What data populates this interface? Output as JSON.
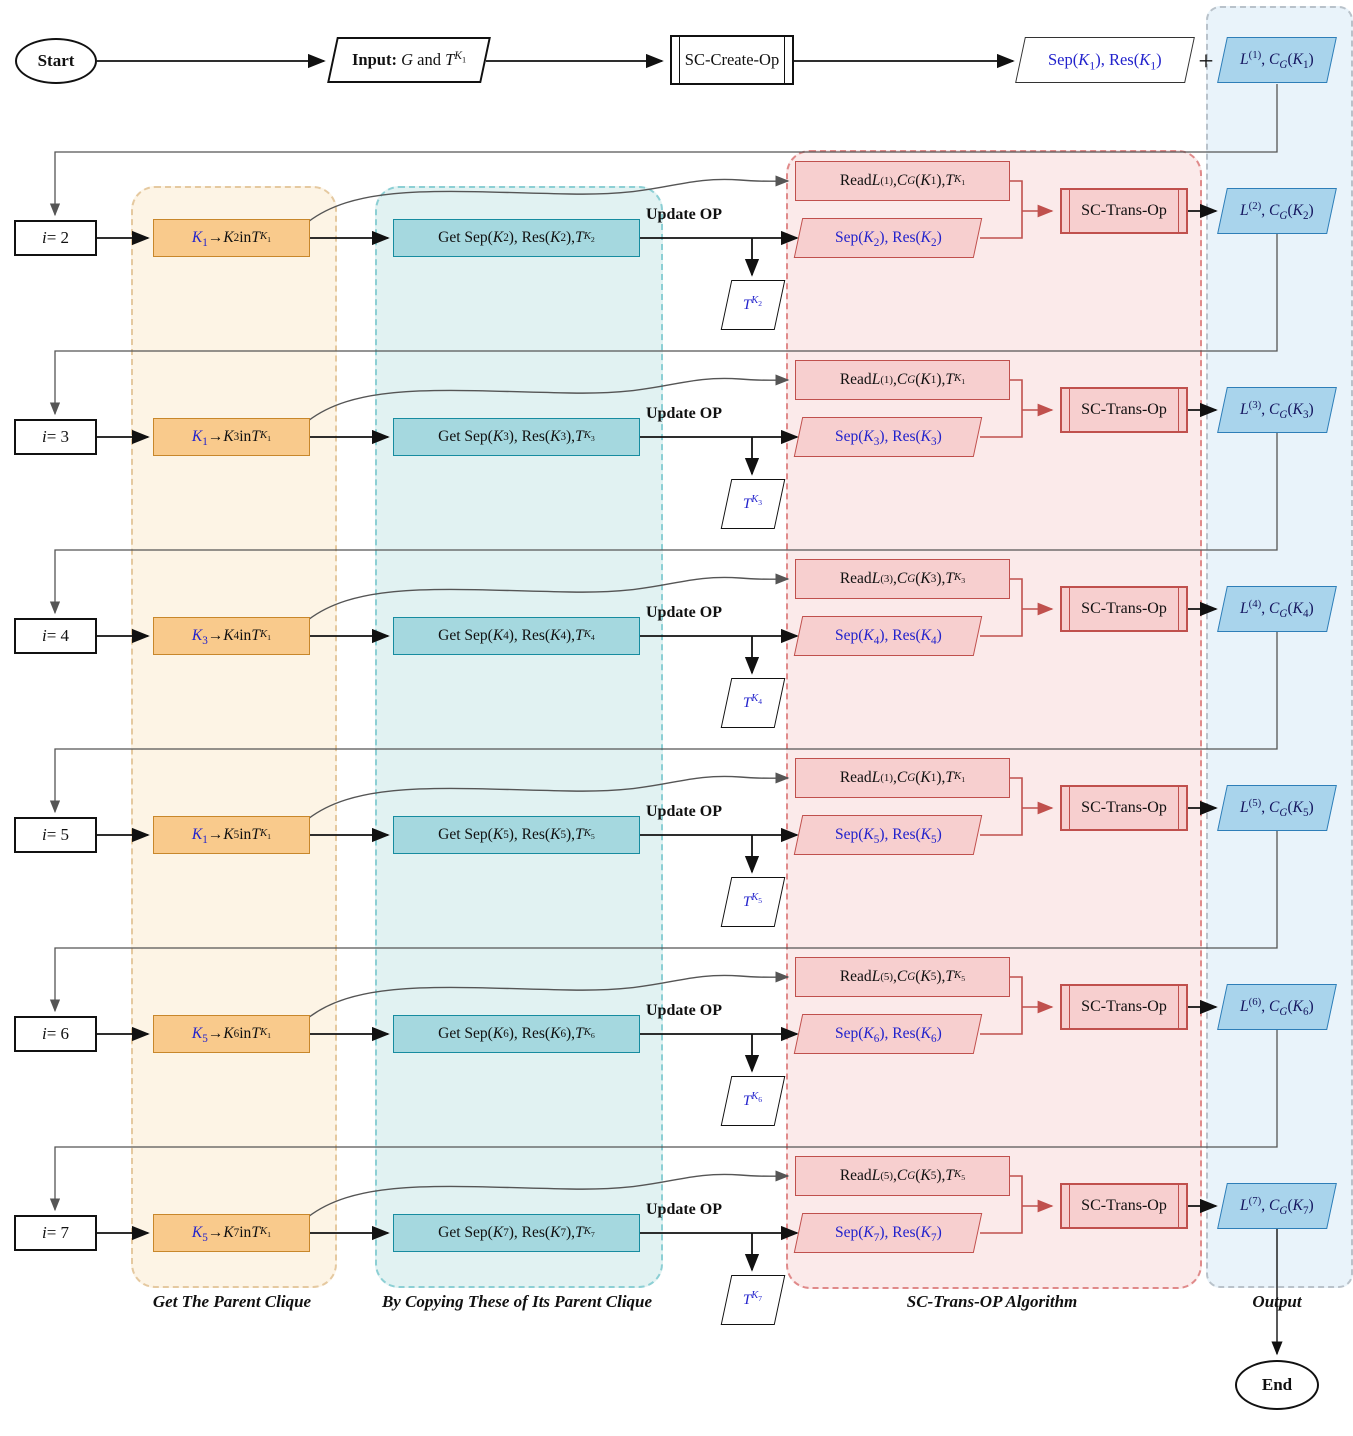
{
  "colors": {
    "orange_box_fill": "#F9CA8C",
    "orange_box_border": "#C8872B",
    "orange_region_fill": "#FDF4E5",
    "orange_region_border": "#E5C9A0",
    "teal_box_fill": "#A5D8DF",
    "teal_box_border": "#168CA0",
    "teal_region_fill": "#E1F2F2",
    "teal_region_border": "#8CCFD4",
    "pink_box_fill": "#F7CFCF",
    "pink_box_border": "#C0504D",
    "pink_region_fill": "#FBEAEA",
    "pink_region_border": "#E08A8A",
    "blue_para_fill": "#A9D4EC",
    "blue_para_border": "#2E7EB8",
    "blue_region_fill": "#E9F3FA",
    "blue_region_border": "#B9C2CA",
    "blue_text": "#2222CC",
    "navy_text": "#14145E",
    "wire_gray": "#555555",
    "wire_black": "#111111"
  },
  "top_row": {
    "start_label": "Start",
    "input_html": "<b>Input:</b> <i>G</i> and <i>T</i><sup><i>K</i><sub>1</sub></sup>",
    "create_op_label": "SC-Create-Op",
    "sep_res_html": "Sep(<i>K</i><sub>1</sub>), Res(<i>K</i><sub>1</sub>)",
    "plus_sign": "+",
    "output_html": "<i>L</i><sup>(1)</sup>, <i>C</i><sub><i>G</i></sub>(<i>K</i><sub>1</sub>)"
  },
  "rows": [
    {
      "iter_html": "<i>i</i> = 2",
      "parent_html": "<span class='blu'><i>K</i><sub>1</sub></span>&#8594;<i>K</i><sub>2</sub> in <i>T</i><sup><i>K</i><sub>1</sub></sup>",
      "copy_html": "Get Sep(<i>K</i><sub>2</sub>), Res(<i>K</i><sub>2</sub>), <i>T</i><sup><i>K</i><sub>2</sub></sup>",
      "update_label": "Update OP",
      "tree_html": "<i>T</i><sup><i>K</i><sub>2</sub></sup>",
      "read_html": "Read <i>L</i><sup>(1)</sup>, <i>C</i><sub><i>G</i></sub>(<i>K</i><sub>1</sub>), <i>T</i><sup><i>K</i><sub>1</sub></sup>",
      "sep_html": "Sep(<i>K</i><sub>2</sub>), Res(<i>K</i><sub>2</sub>)",
      "trans_op_label": "SC-Trans-Op",
      "out_html": "<i>L</i><sup>(2)</sup>, <i>C</i><sub><i>G</i></sub>(<i>K</i><sub>2</sub>)"
    },
    {
      "iter_html": "<i>i</i> = 3",
      "parent_html": "<span class='blu'><i>K</i><sub>1</sub></span> &#8594;<i>K</i><sub>3</sub> in <i>T</i><sup><i>K</i><sub>1</sub></sup>",
      "copy_html": "Get Sep(<i>K</i><sub>3</sub>), Res(<i>K</i><sub>3</sub>), <i>T</i><sup><i>K</i><sub>3</sub></sup>",
      "update_label": "Update OP",
      "tree_html": "<i>T</i><sup><i>K</i><sub>3</sub></sup>",
      "read_html": "Read <i>L</i><sup>(1)</sup>, <i>C</i><sub><i>G</i></sub>(<i>K</i><sub>1</sub>), <i>T</i><sup><i>K</i><sub>1</sub></sup>",
      "sep_html": "Sep(<i>K</i><sub>3</sub>), Res(<i>K</i><sub>3</sub>)",
      "trans_op_label": "SC-Trans-Op",
      "out_html": "<i>L</i><sup>(3)</sup>, <i>C</i><sub><i>G</i></sub>(<i>K</i><sub>3</sub>)"
    },
    {
      "iter_html": "<i>i</i> = 4",
      "parent_html": "<span class='blu'><i>K</i><sub>3</sub></span> &#8594;<i>K</i><sub>4</sub> in <i>T</i><sup><i>K</i><sub>1</sub></sup>",
      "copy_html": "Get Sep(<i>K</i><sub>4</sub>), Res(<i>K</i><sub>4</sub>), <i>T</i><sup><i>K</i><sub>4</sub></sup>",
      "update_label": "Update OP",
      "tree_html": "<i>T</i><sup><i>K</i><sub>4</sub></sup>",
      "read_html": "Read <i>L</i><sup>(3)</sup>, <i>C</i><sub><i>G</i></sub>(<i>K</i><sub>3</sub>), <i>T</i><sup><i>K</i><sub>3</sub></sup>",
      "sep_html": "Sep(<i>K</i><sub>4</sub>), Res(<i>K</i><sub>4</sub>)",
      "trans_op_label": "SC-Trans-Op",
      "out_html": "<i>L</i><sup>(4)</sup>, <i>C</i><sub><i>G</i></sub>(<i>K</i><sub>4</sub>)"
    },
    {
      "iter_html": "<i>i</i> = 5",
      "parent_html": "<span class='blu'><i>K</i><sub>1</sub></span> &#8594;<i>K</i><sub>5</sub> in <i>T</i><sup><i>K</i><sub>1</sub></sup>",
      "copy_html": "Get Sep(<i>K</i><sub>5</sub>), Res(<i>K</i><sub>5</sub>), <i>T</i><sup><i>K</i><sub>5</sub></sup>",
      "update_label": "Update OP",
      "tree_html": "<i>T</i><sup><i>K</i><sub>5</sub></sup>",
      "read_html": "Read <i>L</i><sup>(1)</sup>, <i>C</i><sub><i>G</i></sub>(<i>K</i><sub>1</sub>), <i>T</i><sup><i>K</i><sub>1</sub></sup>",
      "sep_html": "Sep(<i>K</i><sub>5</sub>), Res(<i>K</i><sub>5</sub>)",
      "trans_op_label": "SC-Trans-Op",
      "out_html": "<i>L</i><sup>(5)</sup>, <i>C</i><sub><i>G</i></sub>(<i>K</i><sub>5</sub>)"
    },
    {
      "iter_html": "<i>i</i> = 6",
      "parent_html": "<span class='blu'><i>K</i><sub>5</sub></span> &#8594;<i>K</i><sub>6</sub> in <i>T</i><sup><i>K</i><sub>1</sub></sup>",
      "copy_html": "Get Sep(<i>K</i><sub>6</sub>), Res(<i>K</i><sub>6</sub>), <i>T</i><sup><i>K</i><sub>6</sub></sup>",
      "update_label": "Update OP",
      "tree_html": "<i>T</i><sup><i>K</i><sub>6</sub></sup>",
      "read_html": "Read <i>L</i><sup>(5)</sup>, <i>C</i><sub><i>G</i></sub>(<i>K</i><sub>5</sub>), <i>T</i><sup><i>K</i><sub>5</sub></sup>",
      "sep_html": "Sep(<i>K</i><sub>6</sub>), Res(<i>K</i><sub>6</sub>)",
      "trans_op_label": "SC-Trans-Op",
      "out_html": "<i>L</i><sup>(6)</sup>, <i>C</i><sub><i>G</i></sub>(<i>K</i><sub>6</sub>)"
    },
    {
      "iter_html": "<i>i</i> = 7",
      "parent_html": "<span class='blu'><i>K</i><sub>5</sub></span> &#8594;<i>K</i><sub>7</sub> in <i>T</i><sup><i>K</i><sub>1</sub></sup>",
      "copy_html": "Get Sep(<i>K</i><sub>7</sub>), Res(<i>K</i><sub>7</sub>), <i>T</i><sup><i>K</i><sub>7</sub></sup>",
      "update_label": "Update OP",
      "tree_html": "<i>T</i><sup><i>K</i><sub>7</sub></sup>",
      "read_html": "Read <i>L</i><sup>(5)</sup>, <i>C</i><sub><i>G</i></sub>(<i>K</i><sub>5</sub>), <i>T</i><sup><i>K</i><sub>5</sub></sup>",
      "sep_html": "Sep(<i>K</i><sub>7</sub>), Res(<i>K</i><sub>7</sub>)",
      "trans_op_label": "SC-Trans-Op",
      "out_html": "<i>L</i><sup>(7)</sup>, <i>C</i><sub><i>G</i></sub>(<i>K</i><sub>7</sub>)"
    }
  ],
  "region_labels": {
    "parent": "Get The Parent Clique",
    "copy": "By Copying These of Its Parent Clique",
    "trans": "SC-Trans-OP Algorithm",
    "output": "Output"
  },
  "end_label": "End"
}
